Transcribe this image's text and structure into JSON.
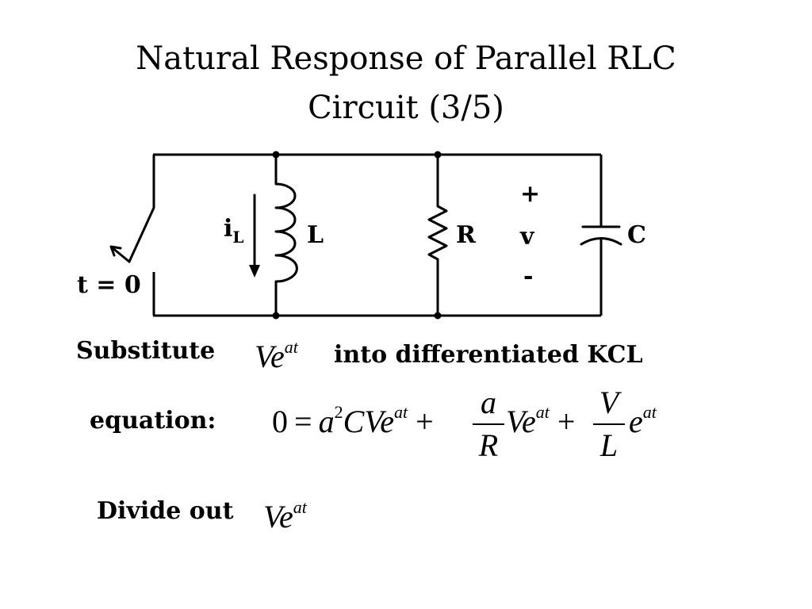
{
  "title": {
    "line1": "Natural Response of Parallel RLC",
    "line2": "Circuit  (3/5)"
  },
  "circuit": {
    "switch_label": "t = 0",
    "current_label": "i",
    "current_sub": "L",
    "inductor_label": "L",
    "resistor_label": "R",
    "capacitor_label": "C",
    "voltage_plus": "+",
    "voltage_label": "v",
    "voltage_minus": "-"
  },
  "text": {
    "substitute": "Substitute",
    "into_kcl": "into differentiated KCL",
    "equation": "equation:",
    "divide_out": "Divide out"
  },
  "math": {
    "ve": "Ve",
    "at": "at",
    "zero": "0",
    "equals": "=",
    "a": "a",
    "sq": "2",
    "cve": "CVe",
    "plus": "+",
    "frac1_num": "a",
    "frac1_den": "R",
    "frac2_num": "V",
    "frac2_den": "L",
    "e": "e"
  }
}
